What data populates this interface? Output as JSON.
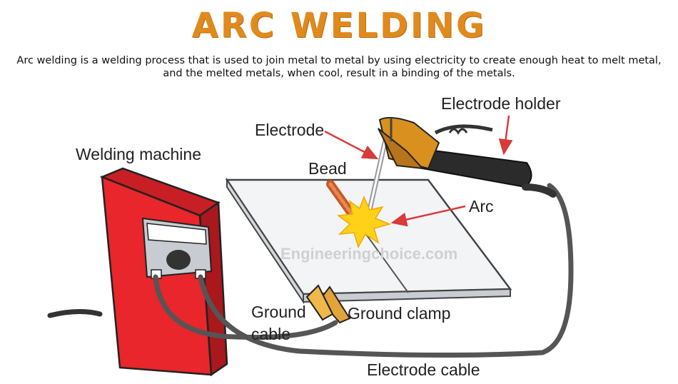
{
  "title": "ARC WELDING",
  "description": "Arc welding is a welding process that is used to join metal to metal by using electricity to create enough heat to melt metal, and the melted metals, when cool, result in a binding of the metals.",
  "watermark": "Engineeringchoice.com",
  "labels": {
    "electrode_holder": "Electrode holder",
    "electrode": "Electrode",
    "welding_machine": "Welding machine",
    "bead": "Bead",
    "arc": "Arc",
    "ground_cable_line1": "Ground",
    "ground_cable_line2": "cable",
    "ground_clamp": "Ground clamp",
    "electrode_cable": "Electrode cable"
  },
  "colors": {
    "title": "#e08a1e",
    "machine": "#e8262b",
    "arrow": "#d93a3a",
    "holder_jaw": "#d9901e",
    "arc_spark": "#ffd21a"
  }
}
